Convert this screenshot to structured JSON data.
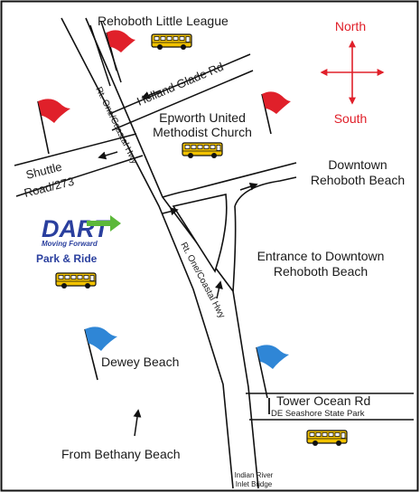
{
  "labels": {
    "rehoboth_little_league": "Rehoboth Little League",
    "holland_glade_rd": "Holland Glade Rd",
    "epworth_line1": "Epworth United",
    "epworth_line2": "Methodist Church",
    "shuttle_line1": "Shuttle",
    "shuttle_line2": "Road/273",
    "rt_one_upper": "Rt. One/Coastal Hwy",
    "rt_one_lower": "Rt. One/Coastal Hwy",
    "downtown_line1": "Downtown",
    "downtown_line2": "Rehoboth Beach",
    "entrance_line1": "Entrance to Downtown",
    "entrance_line2": "Rehoboth Beach",
    "dewey_beach": "Dewey Beach",
    "tower_ocean_rd": "Tower Ocean Rd",
    "de_seashore": "DE Seashore State Park",
    "from_bethany": "From Bethany Beach",
    "indian_river_line1": "Indian River",
    "indian_river_line2": "Inlet Bridge"
  },
  "compass": {
    "north": "North",
    "south": "South",
    "color": "#e0202a"
  },
  "dart_logo": {
    "word": "DART",
    "tagline": "Moving Forward",
    "park_ride": "Park & Ride",
    "blue": "#2a3f9e",
    "green": "#5cb83a"
  },
  "flags": {
    "red": "#e0202a",
    "blue": "#2f86d6"
  },
  "bus_color": "#f2c200",
  "icons": [
    "flag-icon",
    "school-bus-icon",
    "compass-icon",
    "arrow-icon"
  ]
}
